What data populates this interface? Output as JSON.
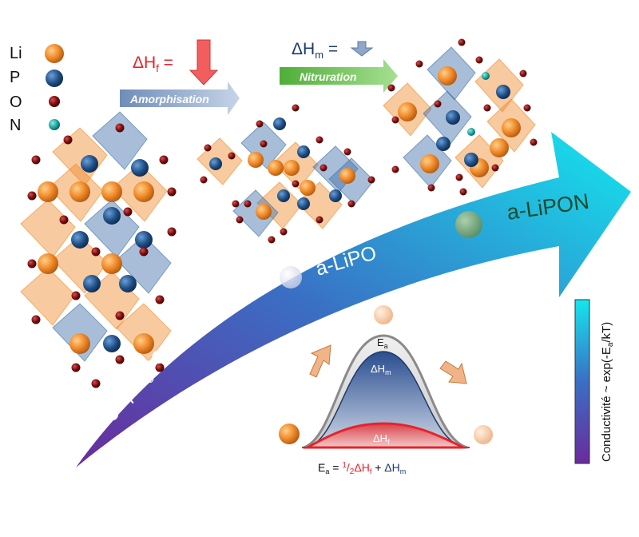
{
  "legend": {
    "items": [
      {
        "label": "Li",
        "color": "#f08a2a"
      },
      {
        "label": "P",
        "color": "#1f4f86"
      },
      {
        "label": "O",
        "color": "#7a0c0c"
      },
      {
        "label": "N",
        "color": "#1aa3a0"
      }
    ]
  },
  "step1": {
    "dh_prefix": "ΔH",
    "dh_sub": "f",
    "dh_suffix": " =",
    "arrow_label": "Amorphisation",
    "color": "#e8232a"
  },
  "step2": {
    "dh_prefix": "ΔH",
    "dh_sub": "m",
    "dh_suffix": " =",
    "arrow_label": "Nitruration",
    "color": "#1f3a6a"
  },
  "phases": {
    "phase1_prefix": "γ-Li",
    "phase1_sub1": "3",
    "phase1_mid": "PO",
    "phase1_sub2": "4",
    "phase2": "a-LiPO",
    "phase3": "a-LiPON"
  },
  "energy": {
    "ea": "E",
    "ea_sub": "a",
    "dhm": "ΔH",
    "dhm_sub": "m",
    "dhf": "ΔH",
    "dhf_sub": "f",
    "eq_lhs": "E",
    "eq_lhs_sub": "a",
    "eq_eq": " = ",
    "eq_frac_num": "1",
    "eq_frac_den": "2",
    "eq_dhf": "ΔH",
    "eq_dhf_sub": "f",
    "eq_plus": " + ",
    "eq_dhm": "ΔH",
    "eq_dhm_sub": "m"
  },
  "scale": {
    "label_main": "Conductivité ~ exp(-E",
    "label_sub": "a",
    "label_end": "/kT)",
    "color_top": "#14e6ee",
    "color_bottom": "#6a2b9c"
  },
  "colors": {
    "li": "#f08a2a",
    "p": "#1f4f86",
    "o": "#7a0c0c",
    "n": "#1aa3a0",
    "arrow_start": "#6a2b9c",
    "arrow_end": "#14e6ee",
    "step_arrow_1": "#a9bdd8",
    "step_arrow_2": "#7fcf6a",
    "down_arrow_1": "#f25d5d",
    "down_arrow_2": "#8ea6c8"
  }
}
